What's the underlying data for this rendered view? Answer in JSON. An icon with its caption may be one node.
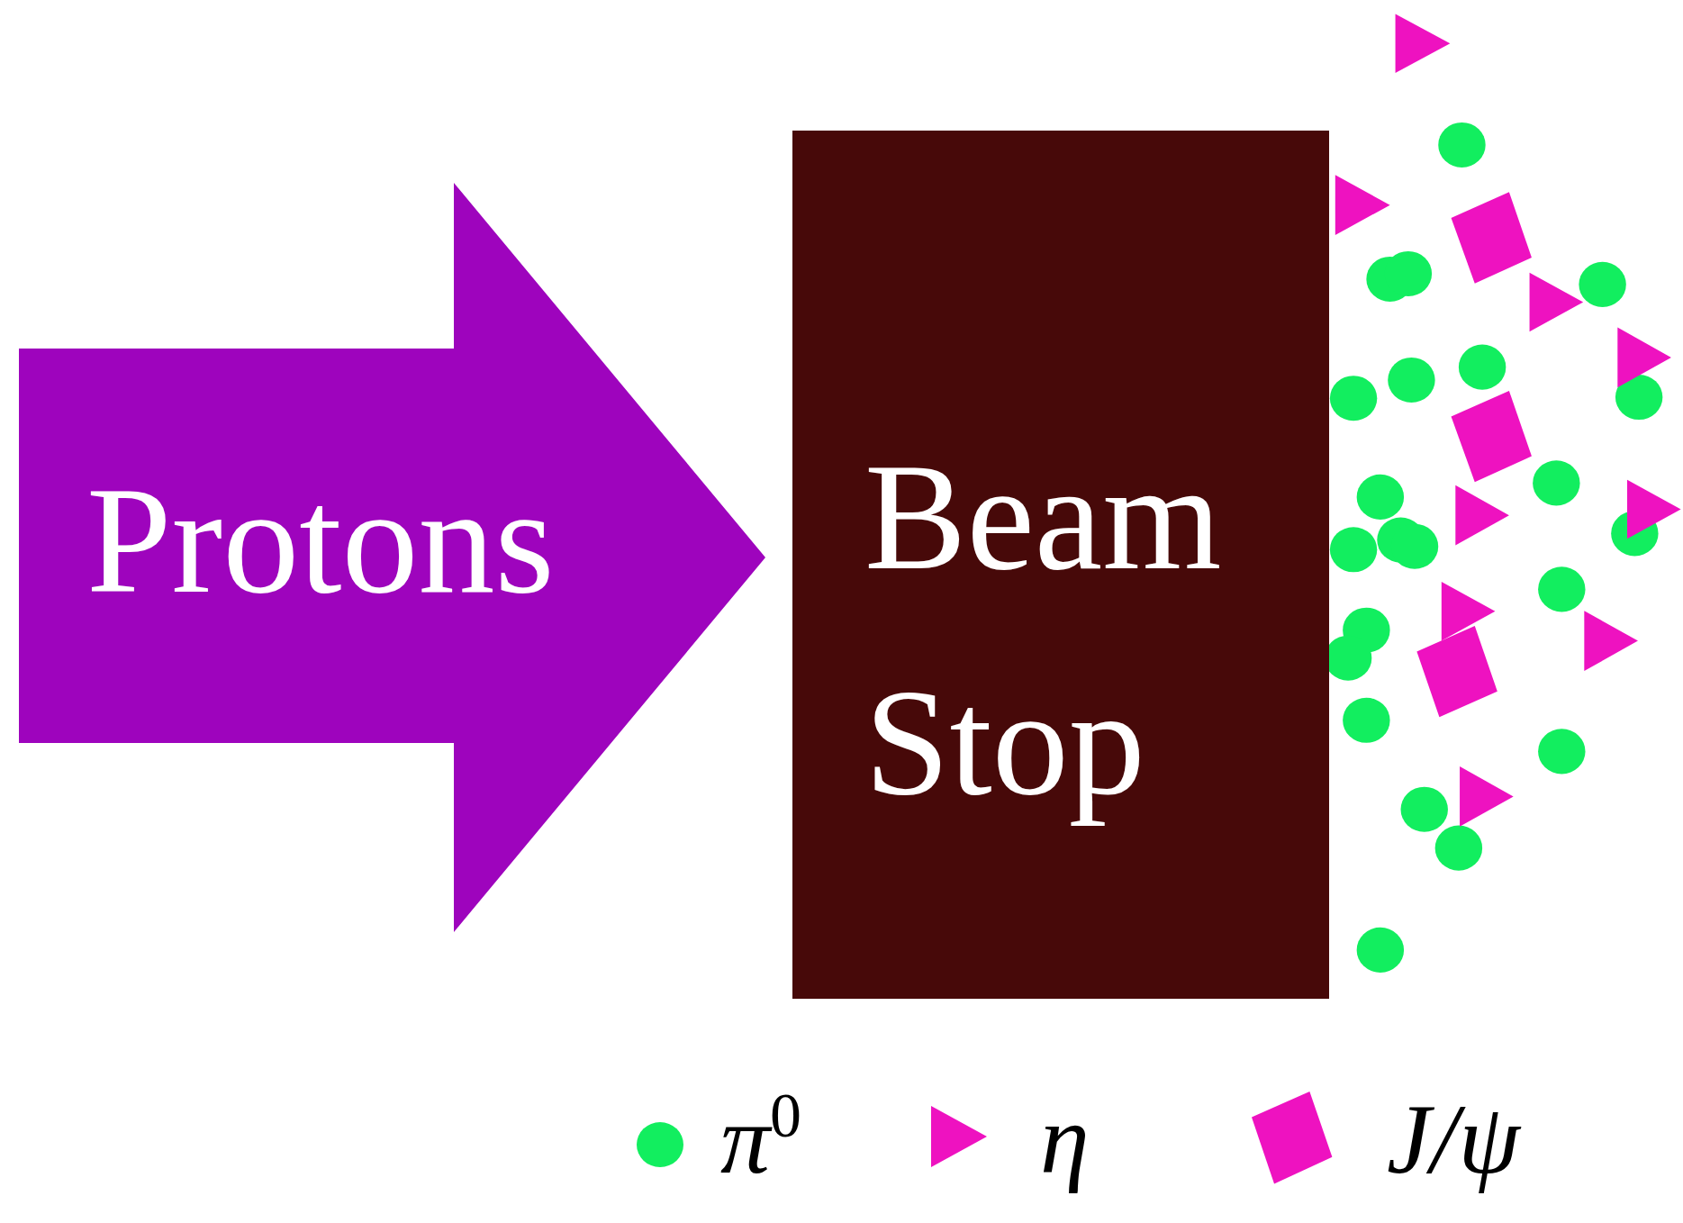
{
  "diagram": {
    "nodes": [
      {
        "text": [
          "Protons"
        ]
      },
      {
        "text": [
          "Beam Stop"
        ]
      }
    ],
    "legend": [
      {
        "text": "π$^{0}$",
        "color": "#12ee5f"
      },
      {
        "text": "η",
        "color": "#ee12c0"
      },
      {
        "text": "J/ψ",
        "color": "#ee12c0"
      }
    ]
  }
}
